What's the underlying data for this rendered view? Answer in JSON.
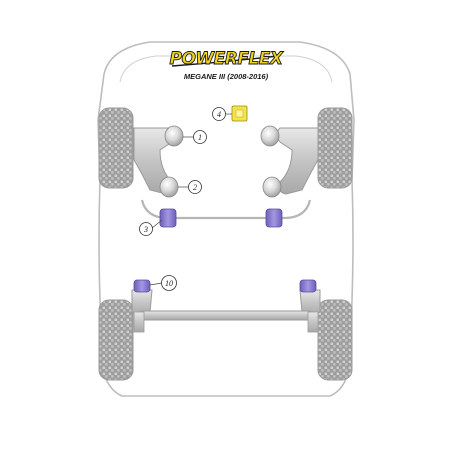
{
  "brand": {
    "logo_text": "POWERFLEX",
    "model": "MEGANE III (2008-2016)"
  },
  "callouts": [
    {
      "id": "1",
      "label": "1"
    },
    {
      "id": "2",
      "label": "2"
    },
    {
      "id": "3",
      "label": "3"
    },
    {
      "id": "4",
      "label": "4"
    },
    {
      "id": "10",
      "label": "10"
    }
  ],
  "colors": {
    "logo_fill": "#f4d41c",
    "logo_outline": "#1a1a1a",
    "bush_purple": "#8a7bd0",
    "bush_yellow": "#f3e44a",
    "body_outline": "#b8b8b8",
    "arm_grey": "#c0c0c0",
    "tyre_grey": "#b9b9b9"
  }
}
